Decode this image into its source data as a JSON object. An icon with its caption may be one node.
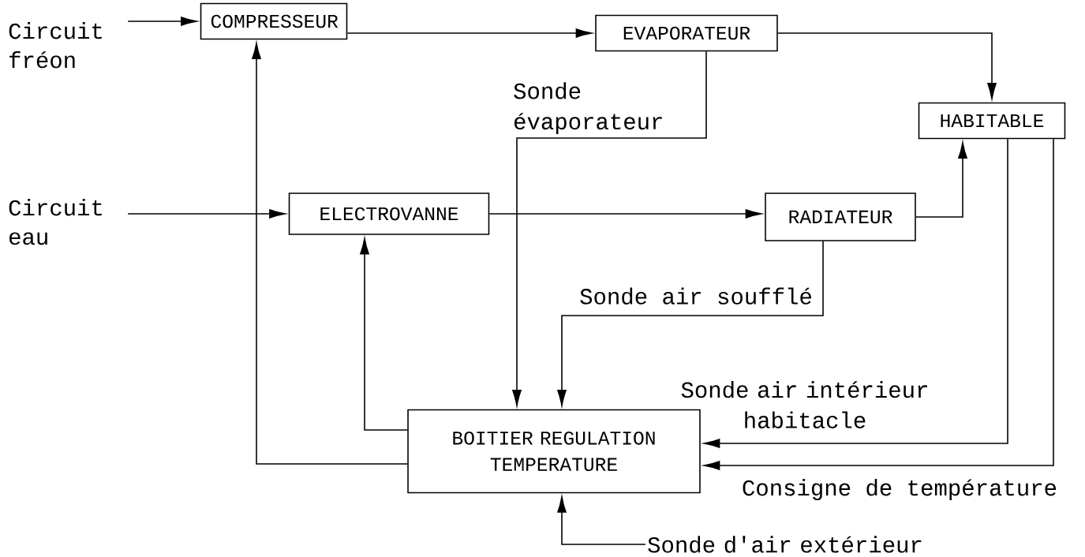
{
  "diagram": {
    "nodes": [
      {
        "text": [
          "Circuit fréon"
        ]
      },
      {
        "text": [
          "COMPRESSEUR"
        ]
      },
      {
        "text": [
          "EVAPORATEUR"
        ]
      },
      {
        "text": [
          "HABITABLE"
        ]
      },
      {
        "text": [
          "Circuit eau"
        ]
      },
      {
        "text": [
          "ELECTROVANNE"
        ]
      },
      {
        "text": [
          "RADIATEUR"
        ]
      },
      {
        "text": [
          "BOITIER REGULATION TEMPERATURE"
        ]
      },
      {
        "text": [
          "Sonde d'air extérieur"
        ]
      }
    ],
    "edges": [
      {
        "from": 0,
        "to": 1,
        "arrow": "to"
      },
      {
        "from": 1,
        "to": 2,
        "arrow": "to"
      },
      {
        "from": 2,
        "to": 3,
        "arrow": "to"
      },
      {
        "from": 4,
        "to": 5,
        "arrow": "to"
      },
      {
        "from": 5,
        "to": 6,
        "arrow": "to"
      },
      {
        "from": 6,
        "to": 3,
        "arrow": "to"
      },
      {
        "from": 2,
        "to": 7,
        "arrow": "to",
        "label": "Sonde évaporateur"
      },
      {
        "from": 6,
        "to": 7,
        "arrow": "to",
        "label": "Sonde air soufflé"
      },
      {
        "from": 3,
        "to": 7,
        "arrow": "to",
        "label": "Sonde air intérieur habitacle"
      },
      {
        "from": 3,
        "to": 7,
        "arrow": "to",
        "label": "Consigne de température"
      },
      {
        "from": 8,
        "to": 7,
        "arrow": "to"
      },
      {
        "from": 7,
        "to": 5,
        "arrow": "to"
      },
      {
        "from": 7,
        "to": 1,
        "arrow": "to"
      }
    ]
  }
}
